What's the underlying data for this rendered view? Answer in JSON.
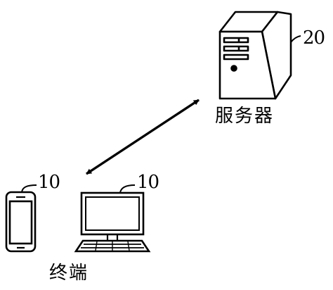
{
  "server": {
    "label": "服务器",
    "ref": "20"
  },
  "terminal": {
    "label": "终端",
    "phone_ref": "10",
    "computer_ref": "10"
  },
  "link": {
    "style": "double-headed arrow"
  },
  "colors": {
    "stroke": "#000000",
    "background": "#ffffff"
  }
}
